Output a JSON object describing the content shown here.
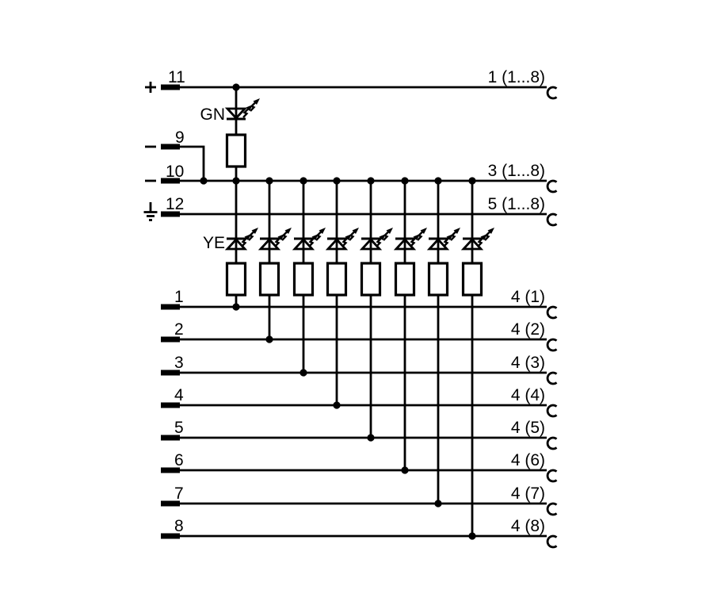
{
  "canvas": {
    "background": "#ffffff",
    "line_color": "#000000"
  },
  "leds": {
    "power_label": "GN",
    "channel_label": "YE"
  },
  "terminals": {
    "supply_plus": {
      "number": "11",
      "symbol": "+"
    },
    "minus_a": {
      "number": "9",
      "symbol": "-"
    },
    "minus_b": {
      "number": "10",
      "symbol": "-"
    },
    "earth": {
      "number": "12",
      "symbol": "earth-ground"
    },
    "inputs": [
      "1",
      "2",
      "3",
      "4",
      "5",
      "6",
      "7",
      "8"
    ]
  },
  "ports": {
    "supply": "1 (1...8)",
    "minus": "3 (1...8)",
    "earth": "5 (1...8)",
    "channels": [
      "4 (1)",
      "4 (2)",
      "4 (3)",
      "4 (4)",
      "4 (5)",
      "4 (6)",
      "4 (7)",
      "4 (8)"
    ]
  }
}
